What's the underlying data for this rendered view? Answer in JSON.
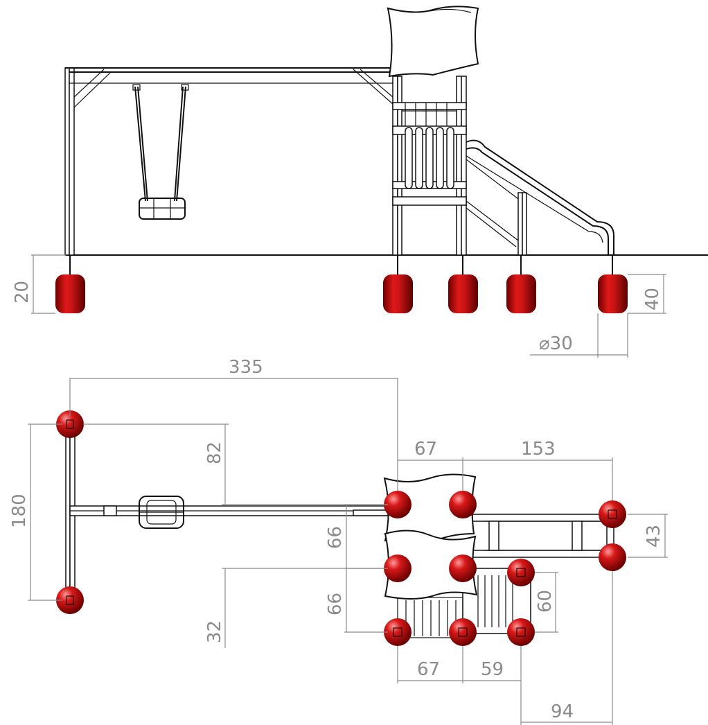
{
  "colors": {
    "line": "#111111",
    "dimension": "#8a8a8a",
    "footing_red": "#c81414",
    "footing_dark": "#7a0000",
    "background": "#ffffff"
  },
  "side_view": {
    "dimensions": {
      "post_embed_depth": "20",
      "footing_height": "40",
      "footing_diameter": "⌀30"
    }
  },
  "top_view": {
    "dimensions": {
      "swing_to_tower": "335",
      "swing_frame_width": "180",
      "beam_offset": "82",
      "seat_offset": "32",
      "tower_depth_upper": "66",
      "tower_depth_lower": "66",
      "tower_width_top": "67",
      "slide_length": "153",
      "slide_width": "43",
      "ladder_depth": "60",
      "tower_width_bottom": "67",
      "ladder_width": "59",
      "ladder_to_slide": "94"
    }
  }
}
